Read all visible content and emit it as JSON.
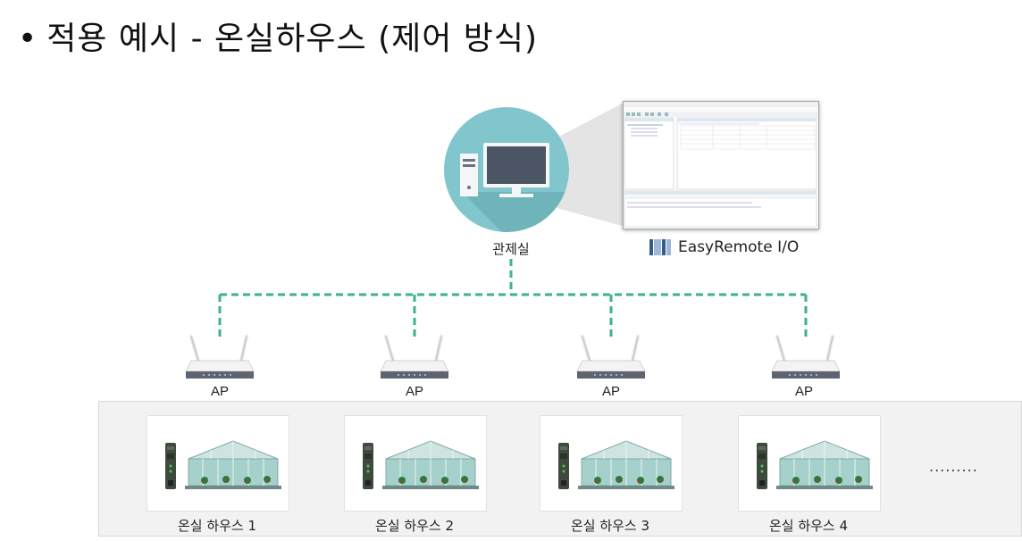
{
  "title": {
    "bullet": "•",
    "text": "적용 예시 - 온실하우스 (제어 방식)"
  },
  "control_room": {
    "label": "관제실",
    "icon": "desktop-computer-icon"
  },
  "software": {
    "name": "EasyRemote I/O",
    "icon": "easyremote-logo-icon"
  },
  "access_points": [
    {
      "label": "AP"
    },
    {
      "label": "AP"
    },
    {
      "label": "AP"
    },
    {
      "label": "AP"
    }
  ],
  "greenhouses": [
    {
      "label": "온실 하우스 1"
    },
    {
      "label": "온실 하우스 2"
    },
    {
      "label": "온실 하우스 3"
    },
    {
      "label": "온실 하우스 4"
    }
  ],
  "more_indicator": ".........",
  "colors": {
    "link": "#3bb28d",
    "circle": "#82c6cd",
    "panel": "#f2f2f2"
  }
}
